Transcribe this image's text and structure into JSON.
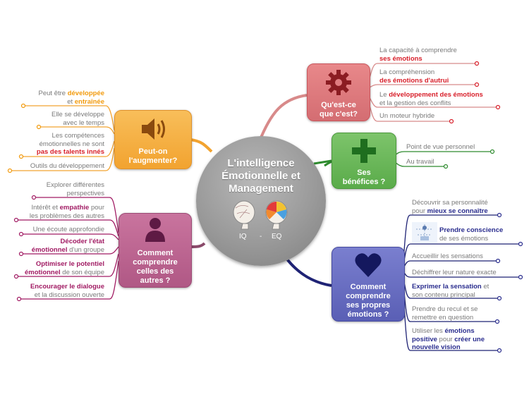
{
  "center": {
    "title_lines": [
      "L'intelligence",
      "Émotionnelle et",
      "Management"
    ],
    "label_iq": "IQ",
    "label_eq": "EQ",
    "label_sep": "-"
  },
  "colors": {
    "red": "#d81f2a",
    "orange": "#f29b0e",
    "green": "#2e8b2e",
    "blue": "#2a2d8e",
    "purple": "#a11b63"
  },
  "branches": {
    "quest": {
      "label": "Qu'est-ce que c'est?",
      "label_lines": [
        "Qu'est-ce",
        "que c'est?"
      ],
      "icon": "gear-icon",
      "leaves": [
        {
          "l1": "La capacité à comprendre",
          "l2": "ses émotions"
        },
        {
          "l1": "La compréhension",
          "l2": "des émotions d'autrui"
        },
        {
          "l1a": "Le ",
          "l1b": "développement des émotions",
          "l2": "et la gestion des conflits"
        },
        {
          "l1": "Un moteur hybride"
        }
      ]
    },
    "benef": {
      "label": "Ses bénéfices ?",
      "label_lines": [
        "Ses",
        "bénéfices ?"
      ],
      "icon": "plus-icon",
      "leaves": [
        {
          "l1": "Point de vue personnel"
        },
        {
          "l1": "Au travail"
        }
      ]
    },
    "augm": {
      "label": "Peut-on l'augmenter?",
      "label_lines": [
        "Peut-on",
        "l'augmenter?"
      ],
      "icon": "speaker-icon",
      "leaves": [
        {
          "l1a": "Peut être ",
          "l1b": "développée",
          "l2a": "et ",
          "l2b": "entraînée"
        },
        {
          "l1": "Elle se développe",
          "l2": "avec le temps"
        },
        {
          "l1": "Les compétences",
          "l2": "émotionnelles ne sont",
          "l3": "pas des talents innés"
        },
        {
          "l1": "Outils du développement"
        }
      ]
    },
    "autres": {
      "label": "Comment comprendre celles des autres ?",
      "label_lines": [
        "Comment",
        "comprendre",
        "celles des",
        "autres ?"
      ],
      "icon": "person-icon",
      "leaves": [
        {
          "l1": "Explorer différentes",
          "l2": "perspectives"
        },
        {
          "l1a": "Intérêt et ",
          "l1b": "empathie",
          "l1c": " pour",
          "l2": "les problèmes des autres"
        },
        {
          "l1": "Une écoute approfondie"
        },
        {
          "l1": "Décoder l'état",
          "l2a": "émotionnel",
          "l2b": " d'un groupe"
        },
        {
          "l1": "Optimiser le potentiel",
          "l2a": "émotionnel",
          "l2b": " de son équipe"
        },
        {
          "l1": "Encourager le dialogue",
          "l2": "et la discussion ouverte"
        }
      ]
    },
    "propres": {
      "label": "Comment comprendre ses propres émotions ?",
      "label_lines": [
        "Comment",
        "comprendre",
        "ses propres",
        "émotions ?"
      ],
      "icon": "heart-icon",
      "leaves": [
        {
          "l1": "Découvrir sa personnalité",
          "l2a": "pour ",
          "l2b": "mieux se connaître"
        },
        {
          "l1": "Prendre conscience",
          "l2": "de ses émotions"
        },
        {
          "l1": "Accueillir les sensations"
        },
        {
          "l1": "Déchiffrer leur nature exacte"
        },
        {
          "l1a": "Exprimer la sensation",
          "l1b": " et",
          "l2": "son contenu principal"
        },
        {
          "l1": "Prendre du recul et se",
          "l2": "remettre en question"
        },
        {
          "l1a": "Utiliser les ",
          "l1b": "émotions",
          "l2a": "positive",
          "l2b": " pour ",
          "l2c": "créer une",
          "l3": "nouvelle vision"
        }
      ]
    }
  }
}
